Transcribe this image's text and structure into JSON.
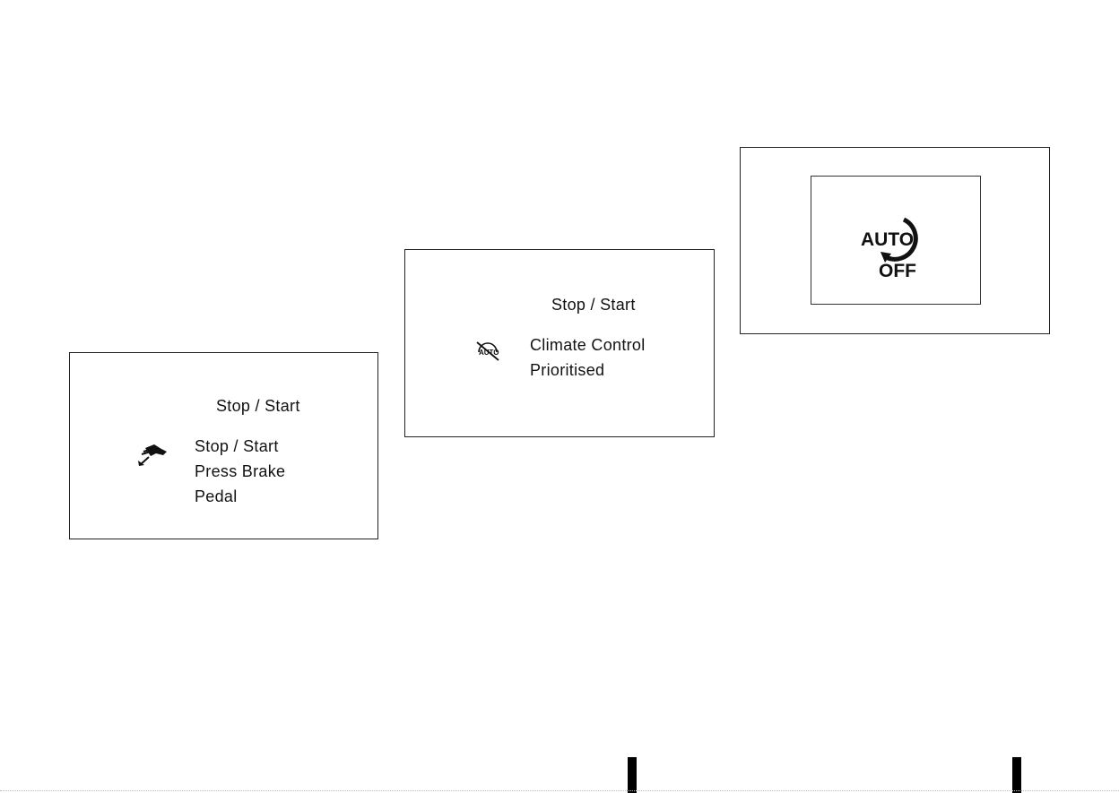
{
  "panels": {
    "brake": {
      "header": "Stop / Start",
      "lines": [
        "Stop / Start",
        "Press Brake",
        "Pedal"
      ],
      "icon": "brake-pedal-icon"
    },
    "climate": {
      "header": "Stop / Start",
      "lines": [
        "Climate Control",
        "Prioritised"
      ],
      "icon": "auto-climate-off-icon",
      "icon_text": "AUTO"
    },
    "auto_off": {
      "icon": "auto-off-icon",
      "label_top": "AUTO",
      "label_bottom": "OFF"
    }
  }
}
